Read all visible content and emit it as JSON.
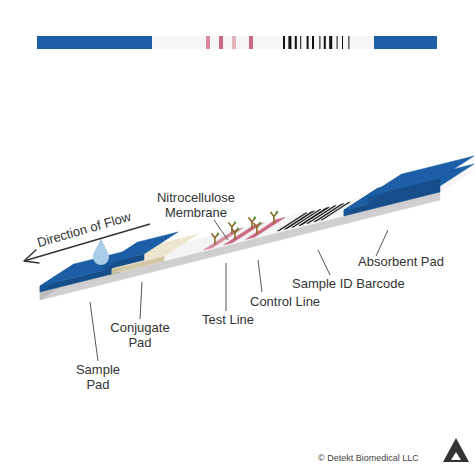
{
  "diagram": {
    "labels": [
      "Nitrocellulose Membrane",
      "Direction of Flow",
      "Absorbent Pad",
      "Sample ID Barcode",
      "Control Line",
      "Test Line",
      "Conjugate Pad",
      "Sample Pad",
      "© Detekt Biomedical LLC"
    ]
  }
}
